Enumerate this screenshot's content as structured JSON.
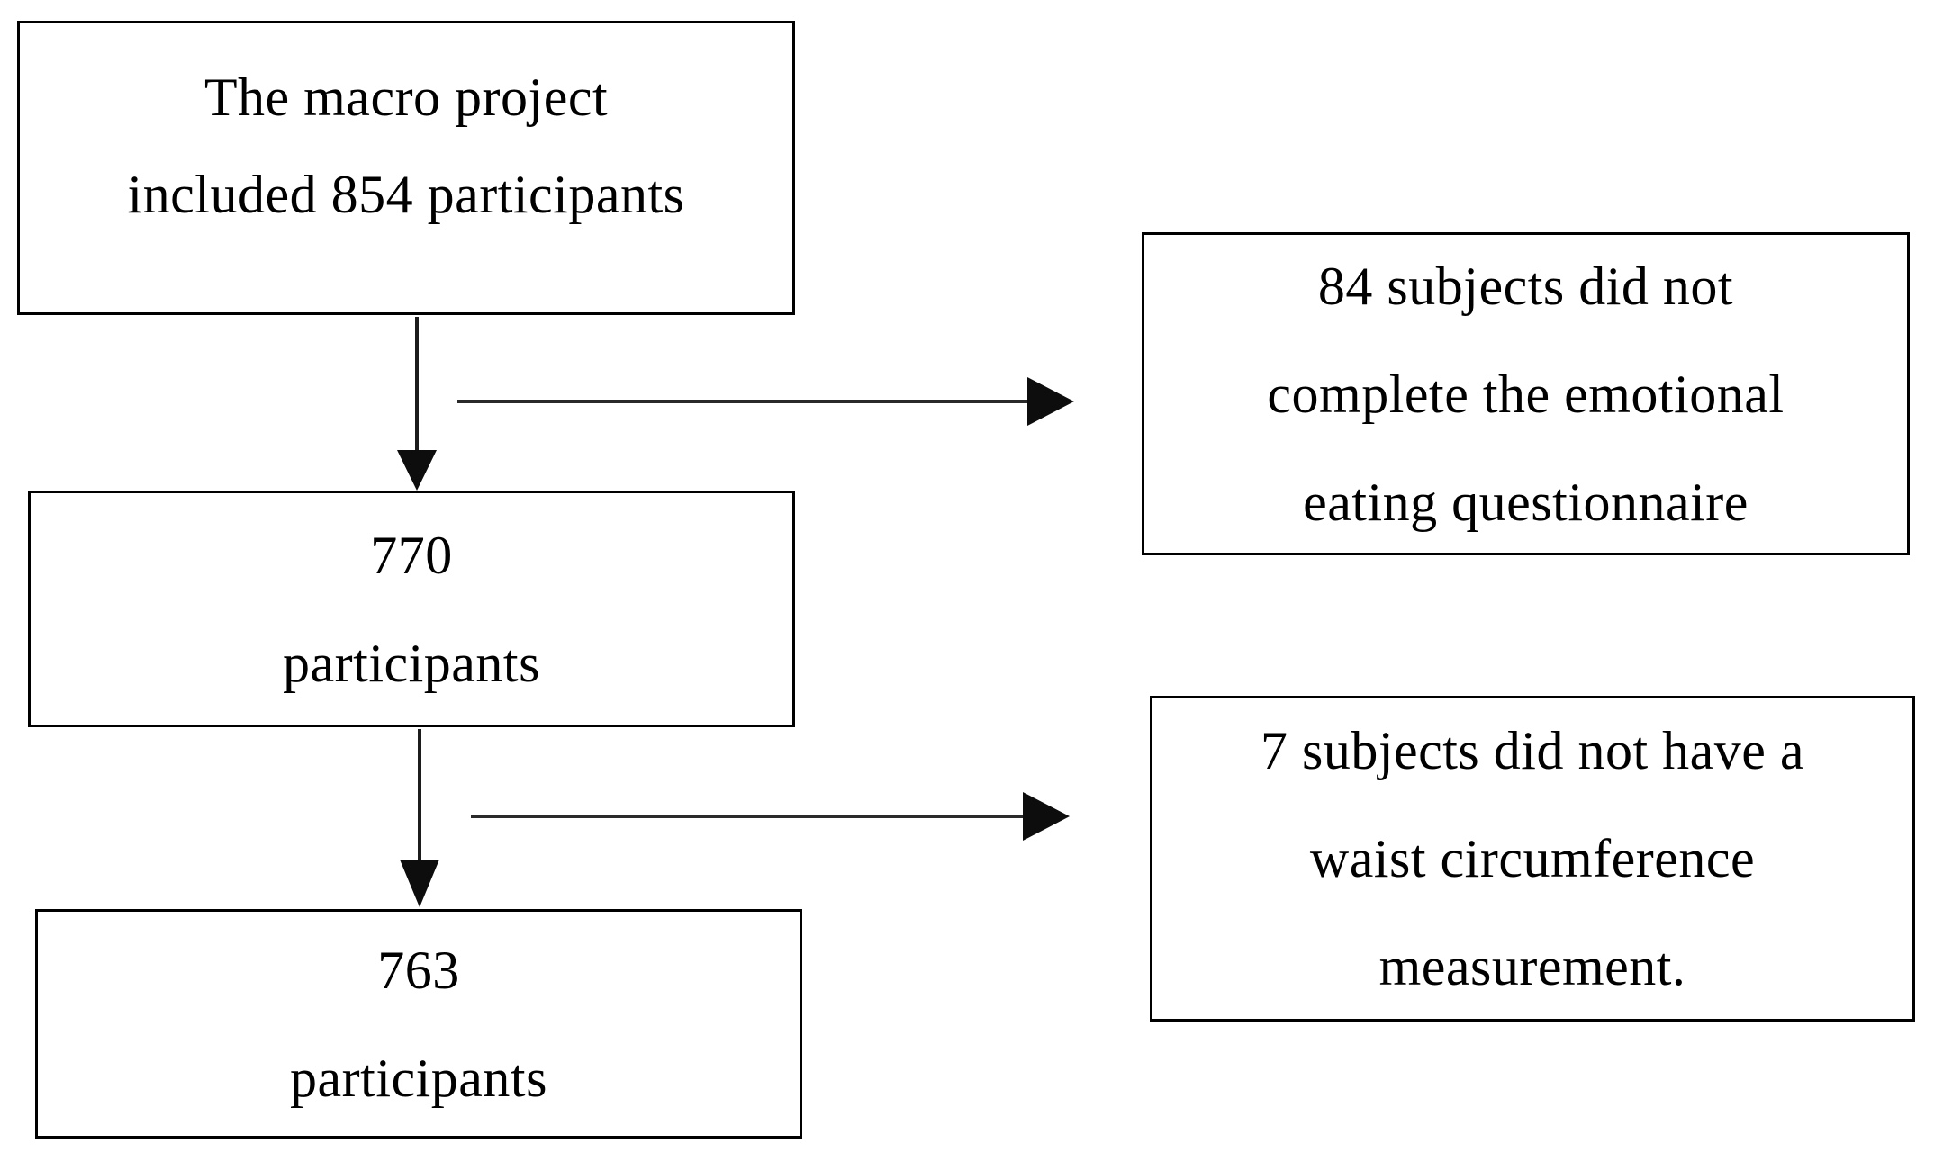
{
  "figure": {
    "type": "participant-flow-diagram",
    "background_color": "#ffffff",
    "box_border_color": "#000000",
    "text_color": "#000000",
    "arrow_color": "#1c1c1c"
  },
  "flowchart": {
    "main_boxes": [
      {
        "id": "macro-project",
        "lines": [
          "The macro project",
          "included 854 participants"
        ]
      },
      {
        "id": "participants-770",
        "lines": [
          "770",
          "participants"
        ]
      },
      {
        "id": "participants-763",
        "lines": [
          "763",
          "participants"
        ]
      }
    ],
    "exclusion_boxes": [
      {
        "id": "excluded-emotional-eating",
        "lines": [
          "84 subjects did not",
          "complete the emotional",
          "eating questionnaire"
        ]
      },
      {
        "id": "excluded-waist",
        "lines": [
          "7 subjects did not have a",
          "waist circumference",
          "measurement."
        ]
      }
    ]
  }
}
